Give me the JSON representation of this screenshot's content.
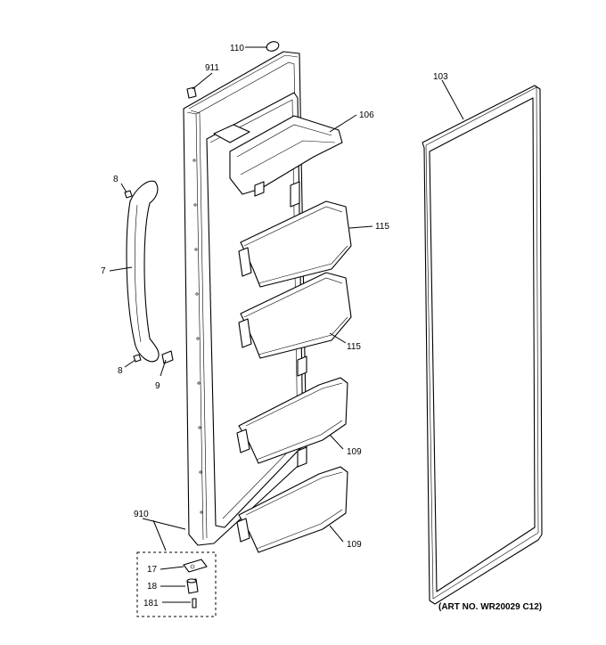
{
  "callouts": {
    "c110": "110",
    "c911": "911",
    "c106": "106",
    "c103": "103",
    "c8a": "8",
    "c115a": "115",
    "c7": "7",
    "c115b": "115",
    "c8b": "8",
    "c9": "9",
    "c109a": "109",
    "c910": "910",
    "c109b": "109",
    "c17": "17",
    "c18": "18",
    "c181": "181"
  },
  "art_number": "(ART NO. WR20029 C12)"
}
